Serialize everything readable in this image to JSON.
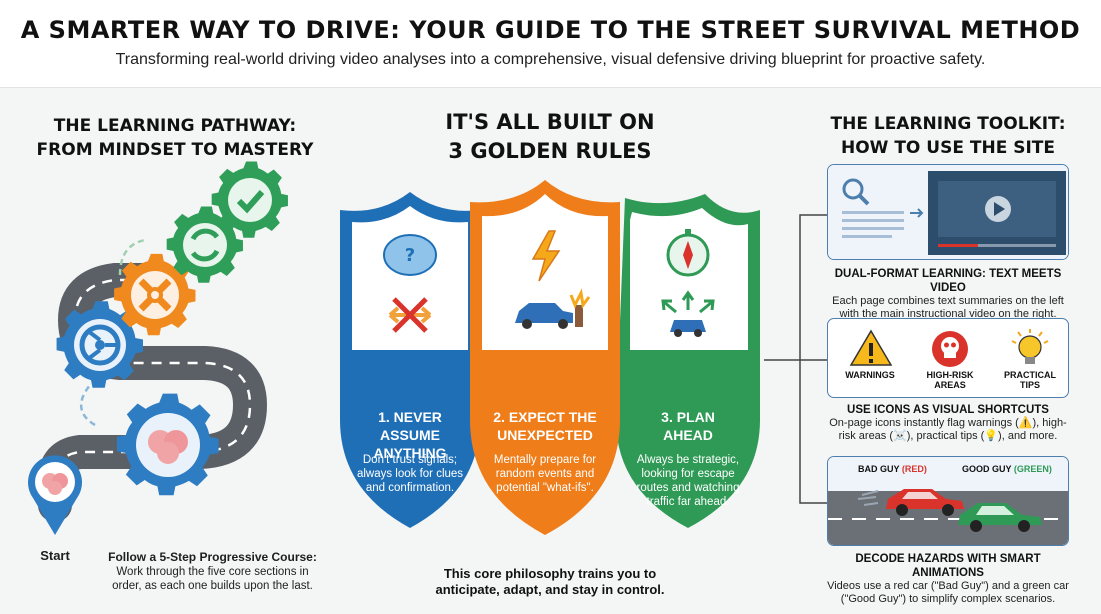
{
  "header": {
    "title": "A SMARTER WAY TO DRIVE: YOUR GUIDE TO THE STREET SURVIVAL METHOD",
    "subtitle": "Transforming real-world driving video analyses into a comprehensive, visual defensive driving blueprint for proactive safety."
  },
  "pathway": {
    "heading_line1": "THE LEARNING PATHWAY:",
    "heading_line2": "FROM MINDSET TO MASTERY",
    "start_label": "Start",
    "caption_title": "Follow a 5-Step Progressive Course:",
    "caption_line1": "Work through the five core sections in",
    "caption_line2": "order, as each one builds upon the last.",
    "gear_colors": [
      "#2e7dc2",
      "#2e7dc2",
      "#f08a1e",
      "#2f9e58",
      "#2f9e58"
    ]
  },
  "rules": {
    "heading_line1": "IT'S ALL BUILT ON",
    "heading_line2": "3 GOLDEN RULES",
    "items": [
      {
        "title_line1": "1. NEVER ASSUME",
        "title_line2": "ANYTHING",
        "desc_line1": "Don't trust signals;",
        "desc_line2": "always look for clues",
        "desc_line3": "and confirmation.",
        "color": "#1f6fb7"
      },
      {
        "title_line1": "2. EXPECT THE",
        "title_line2": "UNEXPECTED",
        "desc_line1": "Mentally prepare for",
        "desc_line2": "random events and",
        "desc_line3": "potential \"what-ifs\".",
        "color": "#ef7d1a"
      },
      {
        "title_line1": "3. PLAN",
        "title_line2": "AHEAD",
        "desc_line1": "Always be strategic,",
        "desc_line2": "looking for escape",
        "desc_line3": "routes and watching",
        "desc_line4": "traffic far ahead.",
        "color": "#2e9a55"
      }
    ],
    "footer_line1": "This core philosophy trains you to",
    "footer_line2": "anticipate, adapt, and stay in control."
  },
  "toolkit": {
    "heading_line1": "THE LEARNING TOOLKIT:",
    "heading_line2": "HOW TO USE THE SITE",
    "card1": {
      "title": "DUAL-FORMAT LEARNING: TEXT MEETS VIDEO",
      "line1": "Each page combines text summaries on the left",
      "line2": "with the main instructional video on the right."
    },
    "card2": {
      "icon1_label_line1": "WARNINGS",
      "icon2_label_line1": "HIGH-RISK",
      "icon2_label_line2": "AREAS",
      "icon3_label_line1": "PRACTICAL",
      "icon3_label_line2": "TIPS",
      "title": "USE ICONS AS VISUAL SHORTCUTS",
      "line1": "On-page icons instantly flag warnings (⚠️), high-",
      "line2": "risk areas (☠️), practical tips (💡), and more."
    },
    "card3": {
      "bad_guy_prefix": "BAD GUY ",
      "bad_guy_color_word": "(RED)",
      "good_guy_prefix": "GOOD GUY ",
      "good_guy_color_word": "(GREEN)",
      "title": "DECODE HAZARDS WITH SMART ANIMATIONS",
      "line1": "Videos use a red car (\"Bad Guy\") and a green car",
      "line2": "(\"Good Guy\") to simplify complex scenarios."
    }
  }
}
